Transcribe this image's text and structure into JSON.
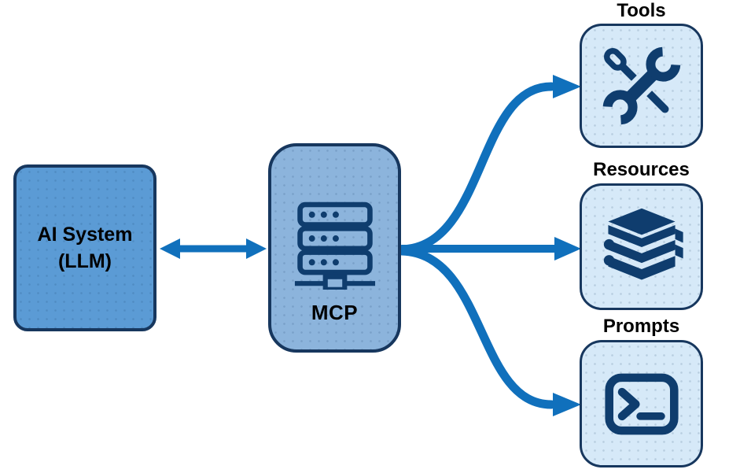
{
  "diagram": {
    "nodes": {
      "ai_system": {
        "line1": "AI System",
        "line2": "(LLM)",
        "fill": "#5B9BD5"
      },
      "mcp": {
        "label": "MCP",
        "icon": "server-network-icon",
        "fill": "#8CB4DC"
      },
      "tools": {
        "label": "Tools",
        "icon": "screwdriver-wrench-icon",
        "fill": "#D6E9F8"
      },
      "resources": {
        "label": "Resources",
        "icon": "book-stack-icon",
        "fill": "#D6E9F8"
      },
      "prompts": {
        "label": "Prompts",
        "icon": "terminal-icon",
        "fill": "#D6E9F8"
      }
    },
    "edges": [
      {
        "from": "AI System (LLM)",
        "to": "MCP",
        "type": "bidirectional"
      },
      {
        "from": "MCP",
        "to": "Tools",
        "type": "curved"
      },
      {
        "from": "MCP",
        "to": "Resources",
        "type": "straight"
      },
      {
        "from": "MCP",
        "to": "Prompts",
        "type": "curved"
      }
    ],
    "colors": {
      "node_border": "#17375E",
      "icon": "#0F3D6E",
      "arrow": "#1070BC",
      "label_text": "#000000",
      "background": "#FFFFFF"
    }
  }
}
